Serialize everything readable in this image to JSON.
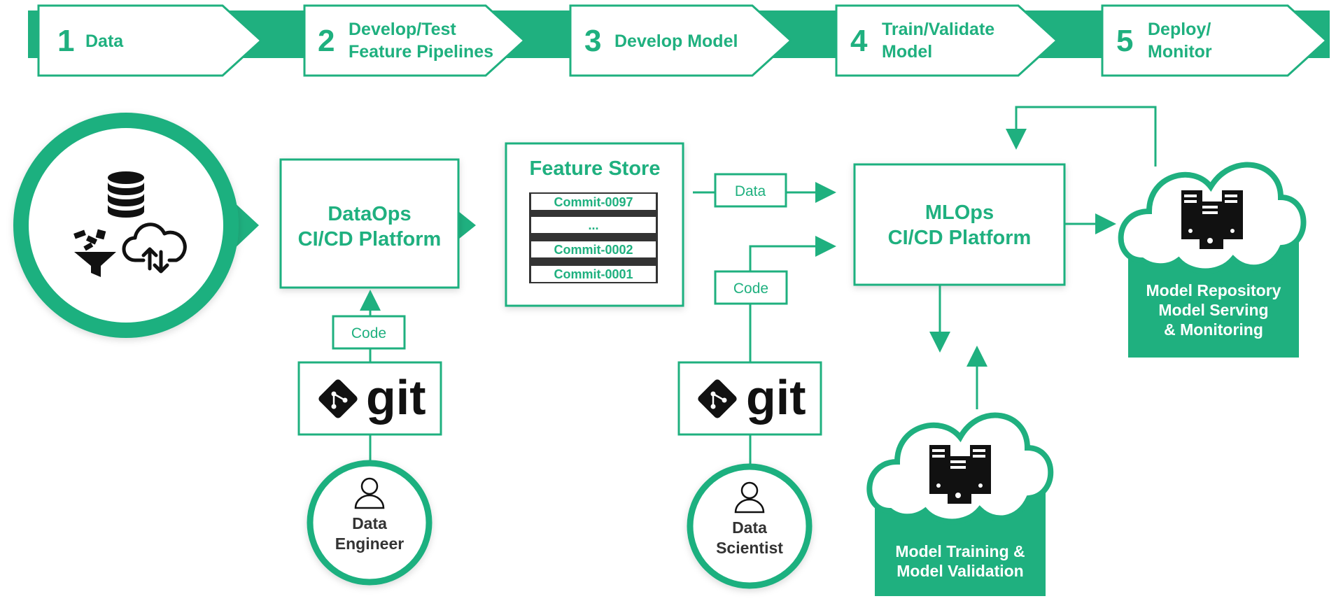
{
  "steps": [
    {
      "num": "1",
      "line1": "Data",
      "line2": ""
    },
    {
      "num": "2",
      "line1": "Develop/Test",
      "line2": "Feature Pipelines"
    },
    {
      "num": "3",
      "line1": "Develop Model",
      "line2": ""
    },
    {
      "num": "4",
      "line1": "Train/Validate",
      "line2": "Model"
    },
    {
      "num": "5",
      "line1": "Deploy/",
      "line2": "Monitor"
    }
  ],
  "dataops": {
    "line1": "DataOps",
    "line2": "CI/CD Platform"
  },
  "feature_store": {
    "title": "Feature Store",
    "commits": [
      "Commit-0097",
      "...",
      "Commit-0002",
      "Commit-0001"
    ]
  },
  "mlops": {
    "line1": "MLOps",
    "line2": "CI/CD Platform"
  },
  "labels": {
    "data": "Data",
    "code_left": "Code",
    "code_right": "Code"
  },
  "git": {
    "word": "git"
  },
  "data_engineer": {
    "line1": "Data",
    "line2": "Engineer"
  },
  "data_scientist": {
    "line1": "Data",
    "line2": "Scientist"
  },
  "training_cloud": {
    "line1": "Model Training &",
    "line2": "Model Validation"
  },
  "repo_cloud": {
    "line1": "Model Repository",
    "line2": "Model Serving",
    "line3": "& Monitoring"
  },
  "icons": {
    "database": "database-icon",
    "funnel": "funnel-icon",
    "cloud_sync": "cloud-sync-icon",
    "server": "server-icon",
    "user": "user-icon",
    "git_logo": "git-logo-icon"
  },
  "colors": {
    "accent": "#1fb07f",
    "dark": "#111111",
    "text": "#333333",
    "white": "#ffffff"
  }
}
